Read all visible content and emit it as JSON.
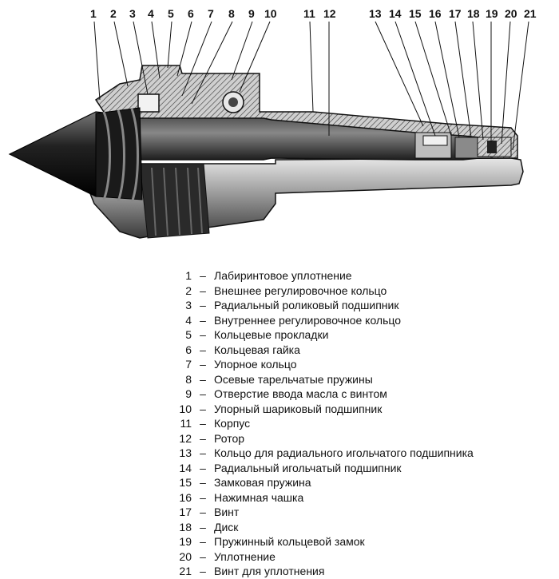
{
  "callout_numbers": [
    "1",
    "2",
    "3",
    "4",
    "5",
    "6",
    "7",
    "8",
    "9",
    "10",
    "11",
    "12",
    "13",
    "14",
    "15",
    "16",
    "17",
    "18",
    "19",
    "20",
    "21"
  ],
  "legend": [
    {
      "num": "1",
      "dash": "–",
      "label": "Лабиринтовое уплотнение"
    },
    {
      "num": "2",
      "dash": "–",
      "label": "Внешнее регулировочное кольцо"
    },
    {
      "num": "3",
      "dash": "–",
      "label": "Радиальный роликовый подшипник"
    },
    {
      "num": "4",
      "dash": "–",
      "label": "Внутреннее регулировочное кольцо"
    },
    {
      "num": "5",
      "dash": "–",
      "label": "Кольцевые прокладки"
    },
    {
      "num": "6",
      "dash": "–",
      "label": "Кольцевая гайка"
    },
    {
      "num": "7",
      "dash": "–",
      "label": "Упорное кольцо"
    },
    {
      "num": "8",
      "dash": "–",
      "label": "Осевые тарельчатые пружины"
    },
    {
      "num": "9",
      "dash": "–",
      "label": "Отверстие ввода масла с винтом"
    },
    {
      "num": "10",
      "dash": "–",
      "label": "Упорный шариковый подшипник"
    },
    {
      "num": "11",
      "dash": "–",
      "label": "Корпус"
    },
    {
      "num": "12",
      "dash": "–",
      "label": "Ротор"
    },
    {
      "num": "13",
      "dash": "–",
      "label": "Кольцо для радиального игольчатого подшипника"
    },
    {
      "num": "14",
      "dash": "–",
      "label": "Радиальный игольчатый подшипник"
    },
    {
      "num": "15",
      "dash": "–",
      "label": "Замковая пружина"
    },
    {
      "num": "16",
      "dash": "–",
      "label": "Нажимная чашка"
    },
    {
      "num": "17",
      "dash": "–",
      "label": "Винт"
    },
    {
      "num": "18",
      "dash": "–",
      "label": "Диск"
    },
    {
      "num": "19",
      "dash": "–",
      "label": "Пружинный кольцевой замок"
    },
    {
      "num": "20",
      "dash": "–",
      "label": "Уплотнение"
    },
    {
      "num": "21",
      "dash": "–",
      "label": "Винт для уплотнения"
    }
  ]
}
